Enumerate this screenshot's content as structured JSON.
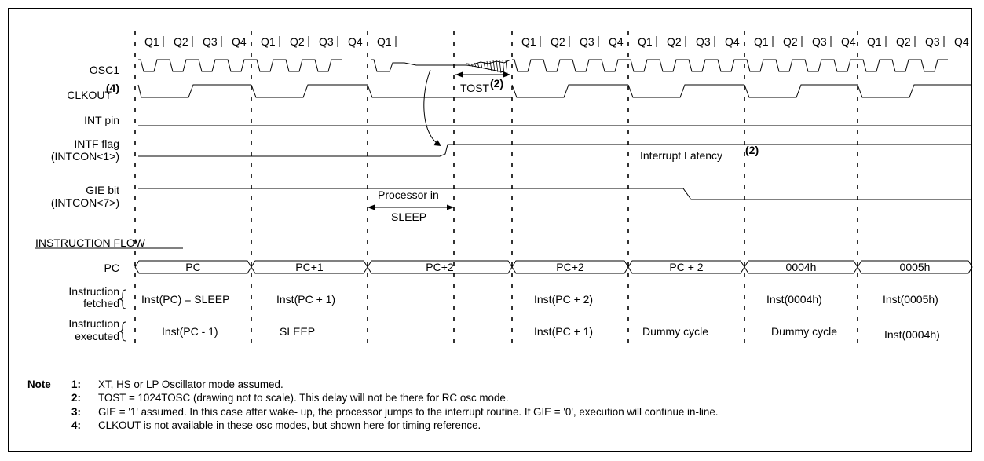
{
  "phases": [
    [
      "Q1",
      "Q2",
      "Q3",
      "Q4"
    ],
    [
      "Q1",
      "Q2",
      "Q3",
      "Q4"
    ],
    [
      "Q1"
    ],
    [
      "Q1",
      "Q2",
      "Q3",
      "Q4"
    ],
    [
      "Q1",
      "Q2",
      "Q3",
      "Q4"
    ],
    [
      "Q1",
      "Q2",
      "Q3",
      "Q4"
    ],
    [
      "Q1",
      "Q2",
      "Q3",
      "Q4"
    ]
  ],
  "signals": {
    "osc1": "OSC1",
    "clkout": "CLKOUT",
    "clkout_ref": "(4)",
    "int_pin": "INT pin",
    "intf_flag": "INTF flag",
    "intf_reg": "(INTCON<1>)",
    "gie_bit": "GIE bit",
    "gie_reg": "(INTCON<7>)"
  },
  "annotations": {
    "tost": "TOST",
    "tost_ref": "(2)",
    "interrupt_latency": "Interrupt Latency",
    "interrupt_latency_ref": "(2)",
    "processor_in": "Processor in",
    "sleep": "SLEEP"
  },
  "instruction_flow": {
    "heading": "INSTRUCTION FLOW",
    "pc_label": "PC",
    "pc_values": [
      "PC",
      "PC+1",
      "PC+2",
      "PC+2",
      "PC + 2",
      "0004h",
      "0005h"
    ],
    "fetched_label_1": "Instruction",
    "fetched_label_2": "fetched",
    "fetched": [
      "Inst(PC) = SLEEP",
      "Inst(PC + 1)",
      "",
      "Inst(PC + 2)",
      "",
      "Inst(0004h)",
      "Inst(0005h)"
    ],
    "executed_label_1": "Instruction",
    "executed_label_2": "executed",
    "executed": [
      "Inst(PC - 1)",
      "SLEEP",
      "",
      "Inst(PC + 1)",
      "Dummy cycle",
      "Dummy cycle",
      "Inst(0004h)"
    ]
  },
  "notes": {
    "heading": "Note",
    "items": [
      {
        "num": "1:",
        "text": "XT, HS or LP Oscillator mode assumed."
      },
      {
        "num": "2:",
        "text": "TOST = 1024TOSC (drawing not to scale). This delay will not be there for RC osc mode."
      },
      {
        "num": "3:",
        "text": "GIE = '1' assumed. In this case after wake- up, the processor jumps to the interrupt routine. If GIE = '0', execution will continue in-line."
      },
      {
        "num": "4:",
        "text": "CLKOUT is not available in these osc modes, but shown here for timing reference."
      }
    ]
  }
}
